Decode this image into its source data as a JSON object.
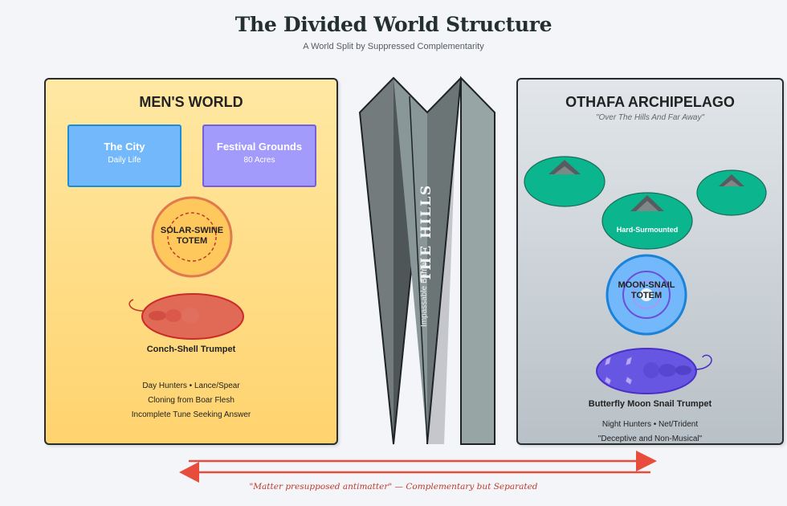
{
  "header": {
    "title": "The Divided World Structure",
    "subtitle": "A World Split by Suppressed Complementarity"
  },
  "mens_world": {
    "title": "MEN'S WORLD",
    "places": [
      {
        "name": "The City",
        "detail": "Daily Life",
        "color": "#74b8fc"
      },
      {
        "name": "Festival Grounds",
        "detail": "80 Acres",
        "color": "#a29bfb"
      }
    ],
    "totem": {
      "line1": "SOLAR-SWINE",
      "line2": "TOTEM"
    },
    "instrument": "Conch-Shell Trumpet",
    "traits": [
      "Day Hunters • Lance/Spear",
      "Cloning from Boar Flesh",
      "Incomplete Tune Seeking Answer"
    ]
  },
  "hills": {
    "label": "THE HILLS",
    "sublabel": "Impassable Barrier"
  },
  "othafa": {
    "title": "OTHAFA ARCHIPELAGO",
    "tagline": "\"Over The Hills And Far Away\"",
    "island_label": "Hard-Surmounted",
    "totem": {
      "line1": "MOON-SNAIL",
      "line2": "TOTEM"
    },
    "instrument": "Butterfly Moon Snail Trumpet",
    "traits": [
      "Night Hunters • Net/Trident",
      "\"Deceptive and Non-Musical\""
    ]
  },
  "footer": {
    "quote": "\"Matter presupposed antimatter\" — Complementary but Separated",
    "accent_color": "#e74c3c"
  }
}
